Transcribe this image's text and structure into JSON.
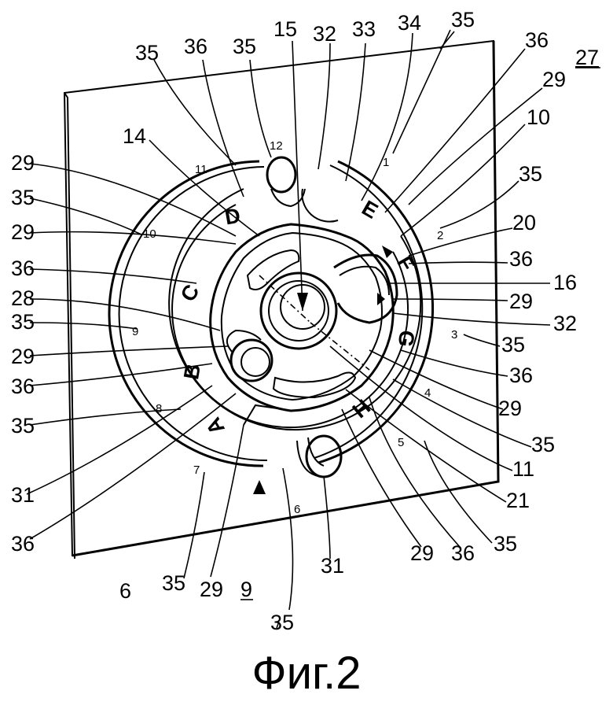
{
  "figure": {
    "caption": "Фиг.2",
    "reference_numerals": {
      "r35a": "35",
      "r36a": "36",
      "r35b": "35",
      "r15": "15",
      "r32a": "32",
      "r33": "33",
      "r34": "34",
      "r35c": "35",
      "r36b": "36",
      "r27": "27",
      "r29a": "29",
      "r10": "10",
      "r35d": "35",
      "r20": "20",
      "r36c": "36",
      "r16": "16",
      "r29b": "29",
      "r32b": "32",
      "r3": "35",
      "r36d": "36",
      "r29c": "29",
      "r35e": "35",
      "r11": "11",
      "r21": "21",
      "r35f": "35",
      "r36e": "36",
      "r29d": "29",
      "r31a": "31",
      "r35g": "35",
      "r6": "6",
      "r35h": "35",
      "r29e": "29",
      "r9": "9",
      "r36f": "36",
      "r31b": "31",
      "r35i": "35",
      "r36g": "36",
      "r29f": "29",
      "r35j": "35",
      "r36h": "36",
      "r28": "28",
      "r29g": "29",
      "r35k": "35",
      "r29h": "29",
      "r14": "14"
    },
    "dial_numbers": [
      "12",
      "1",
      "2",
      "3",
      "4",
      "5",
      "6",
      "7",
      "8",
      "9",
      "10",
      "11"
    ],
    "sector_letters": [
      "A",
      "B",
      "C",
      "D",
      "E",
      "F",
      "G",
      "H"
    ]
  }
}
